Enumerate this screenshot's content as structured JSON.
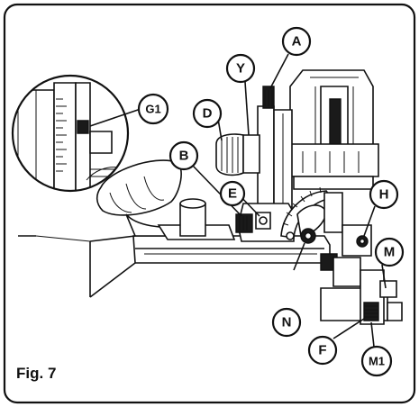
{
  "figure": {
    "caption": "Fig. 7"
  },
  "callouts": {
    "A": "A",
    "Y": "Y",
    "D": "D",
    "G1": "G1",
    "B": "B",
    "E": "E",
    "H": "H",
    "M": "M",
    "N": "N",
    "F": "F",
    "M1": "M1"
  }
}
